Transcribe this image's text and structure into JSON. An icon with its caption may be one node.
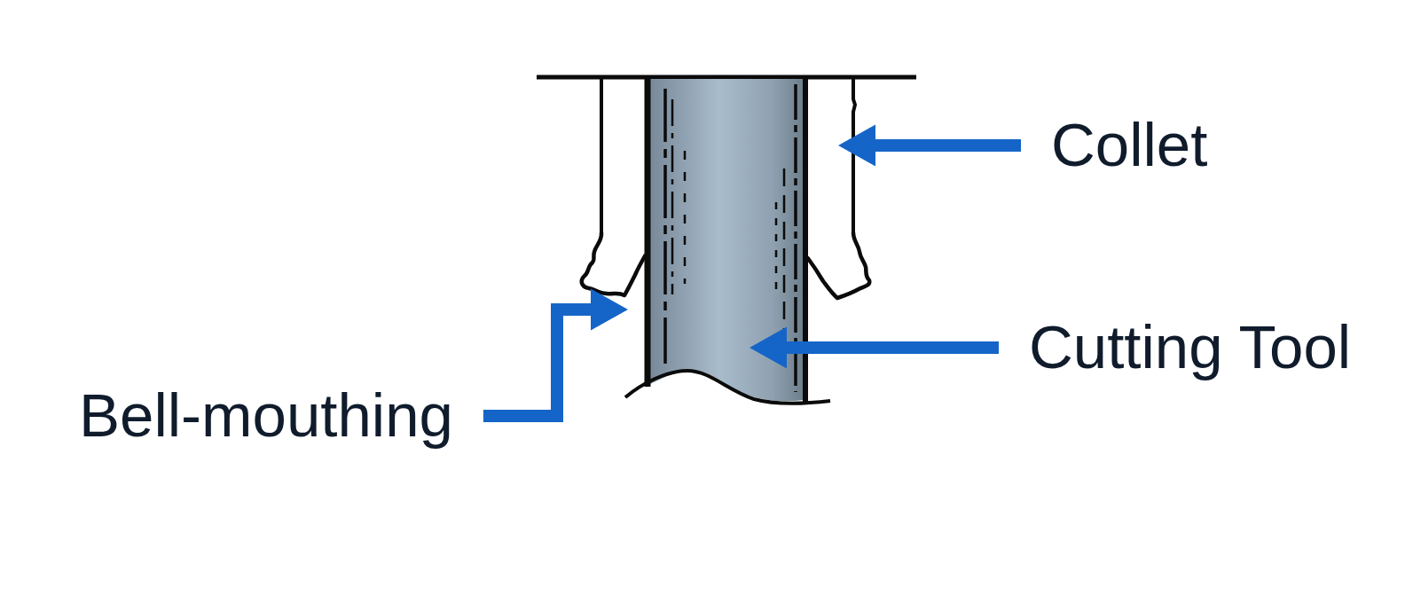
{
  "diagram": {
    "nodes": [
      {
        "text": [],
        "shape": "picture"
      },
      {
        "text": [],
        "shape": "picture"
      },
      {
        "text": [
          "Collet"
        ]
      },
      {
        "text": [],
        "shape": "picture"
      },
      {
        "text": [
          "Cutting Tool"
        ]
      },
      {
        "text": [
          "Bell-mouthing"
        ]
      }
    ],
    "edges": [
      {
        "from": 2,
        "to": 0,
        "arrow": "to"
      },
      {
        "from": 4,
        "to": 1,
        "arrow": "to"
      },
      {
        "from": 5,
        "to": 3,
        "arrow": "to"
      }
    ]
  }
}
